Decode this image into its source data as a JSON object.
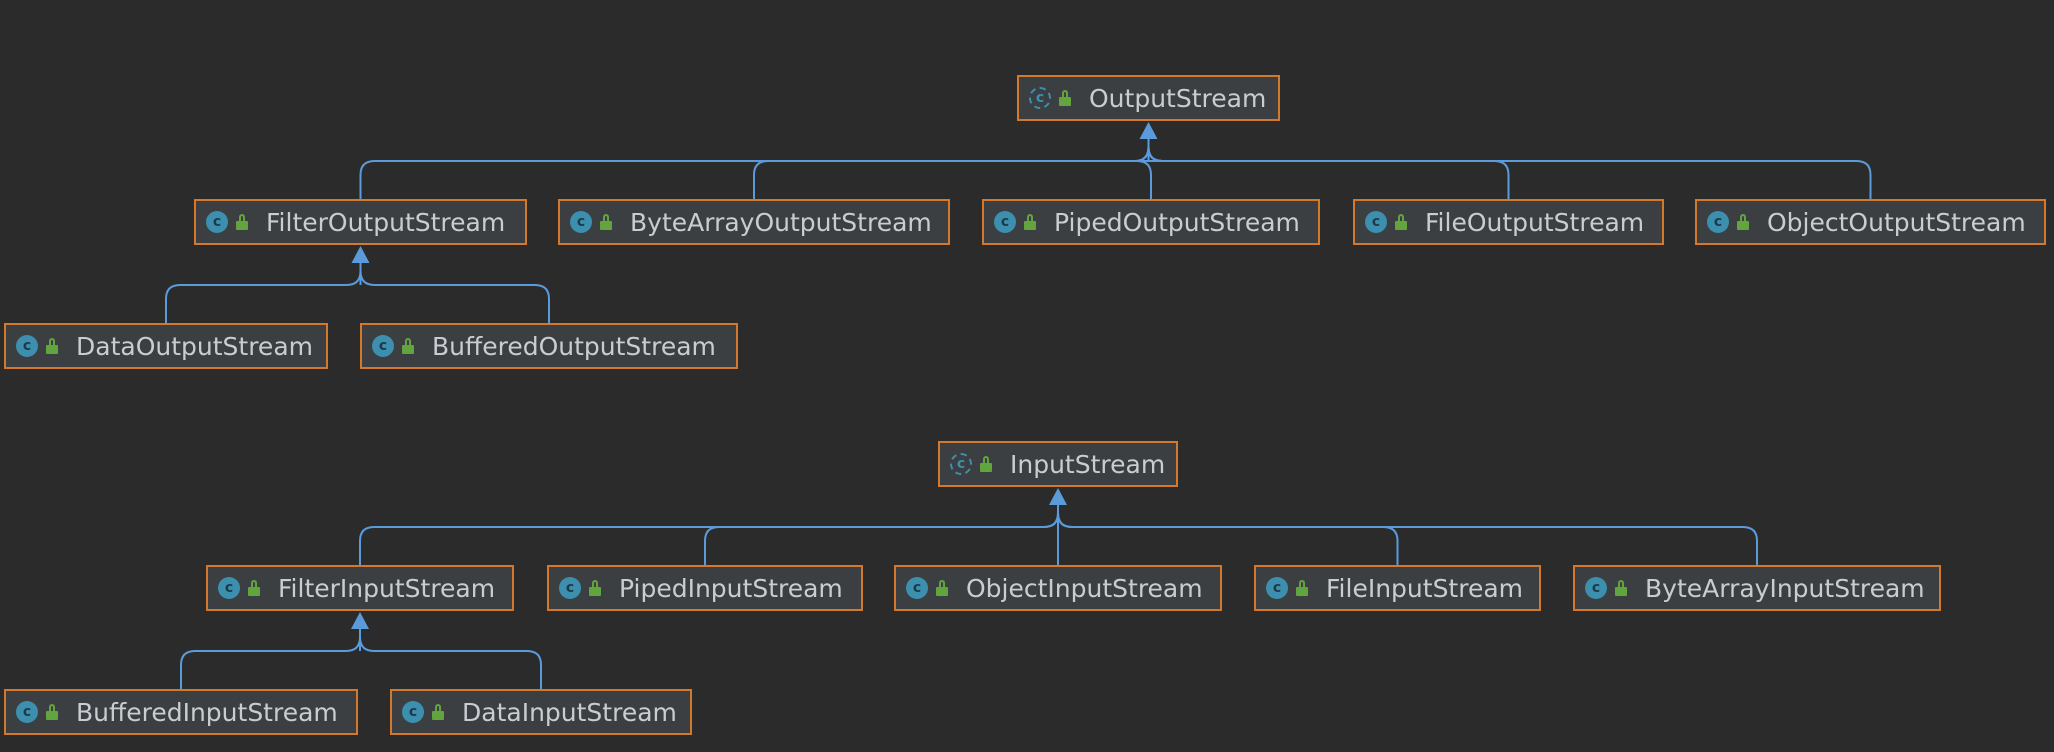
{
  "colors": {
    "background": "#2b2b2b",
    "node_border": "#d4782c",
    "node_fill": "#3c3f41",
    "edge": "#5b9bdc",
    "class_icon": "#3d8fb0",
    "visibility_icon": "#62a53e"
  },
  "icons": {
    "class": "class-icon",
    "abstract_class": "abstract-class-icon",
    "visibility": "public-lock-icon"
  },
  "nodes": [
    {
      "id": "OutputStream",
      "label": "OutputStream",
      "abstract": true
    },
    {
      "id": "FilterOutputStream",
      "label": "FilterOutputStream",
      "abstract": false
    },
    {
      "id": "ByteArrayOutputStream",
      "label": "ByteArrayOutputStream",
      "abstract": false
    },
    {
      "id": "PipedOutputStream",
      "label": "PipedOutputStream",
      "abstract": false
    },
    {
      "id": "FileOutputStream",
      "label": "FileOutputStream",
      "abstract": false
    },
    {
      "id": "ObjectOutputStream",
      "label": "ObjectOutputStream",
      "abstract": false
    },
    {
      "id": "DataOutputStream",
      "label": "DataOutputStream",
      "abstract": false
    },
    {
      "id": "BufferedOutputStream",
      "label": "BufferedOutputStream",
      "abstract": false
    },
    {
      "id": "InputStream",
      "label": "InputStream",
      "abstract": true
    },
    {
      "id": "FilterInputStream",
      "label": "FilterInputStream",
      "abstract": false
    },
    {
      "id": "PipedInputStream",
      "label": "PipedInputStream",
      "abstract": false
    },
    {
      "id": "ObjectInputStream",
      "label": "ObjectInputStream",
      "abstract": false
    },
    {
      "id": "FileInputStream",
      "label": "FileInputStream",
      "abstract": false
    },
    {
      "id": "ByteArrayInputStream",
      "label": "ByteArrayInputStream",
      "abstract": false
    },
    {
      "id": "BufferedInputStream",
      "label": "BufferedInputStream",
      "abstract": false
    },
    {
      "id": "DataInputStream",
      "label": "DataInputStream",
      "abstract": false
    }
  ],
  "edges": [
    {
      "from": "FilterOutputStream",
      "to": "OutputStream"
    },
    {
      "from": "ByteArrayOutputStream",
      "to": "OutputStream"
    },
    {
      "from": "PipedOutputStream",
      "to": "OutputStream"
    },
    {
      "from": "FileOutputStream",
      "to": "OutputStream"
    },
    {
      "from": "ObjectOutputStream",
      "to": "OutputStream"
    },
    {
      "from": "DataOutputStream",
      "to": "FilterOutputStream"
    },
    {
      "from": "BufferedOutputStream",
      "to": "FilterOutputStream"
    },
    {
      "from": "FilterInputStream",
      "to": "InputStream"
    },
    {
      "from": "PipedInputStream",
      "to": "InputStream"
    },
    {
      "from": "ObjectInputStream",
      "to": "InputStream"
    },
    {
      "from": "FileInputStream",
      "to": "InputStream"
    },
    {
      "from": "ByteArrayInputStream",
      "to": "InputStream"
    },
    {
      "from": "BufferedInputStream",
      "to": "FilterInputStream"
    },
    {
      "from": "DataInputStream",
      "to": "FilterInputStream"
    }
  ]
}
